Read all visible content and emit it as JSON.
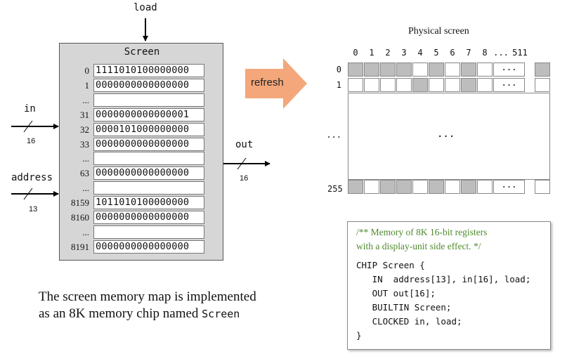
{
  "chip": {
    "title": "Screen",
    "rows": [
      {
        "addr": "0",
        "value": "1111010100000000"
      },
      {
        "addr": "1",
        "value": "0000000000000000"
      },
      {
        "addr": "...",
        "value": ""
      },
      {
        "addr": "31",
        "value": "0000000000000001"
      },
      {
        "addr": "32",
        "value": "0000101000000000"
      },
      {
        "addr": "33",
        "value": "0000000000000000"
      },
      {
        "addr": "...",
        "value": ""
      },
      {
        "addr": "63",
        "value": "0000000000000000"
      },
      {
        "addr": "...",
        "value": ""
      },
      {
        "addr": "8159",
        "value": "1011010100000000"
      },
      {
        "addr": "8160",
        "value": "0000000000000000"
      },
      {
        "addr": "...",
        "value": ""
      },
      {
        "addr": "8191",
        "value": "0000000000000000"
      }
    ]
  },
  "pins": {
    "load": "load",
    "in": "in",
    "in_width": "16",
    "address": "address",
    "address_width": "13",
    "out": "out",
    "out_width": "16"
  },
  "refresh": {
    "label": "refresh",
    "color": "#f4a77a"
  },
  "physical": {
    "title": "Physical screen",
    "col_labels": [
      "0",
      "1",
      "2",
      "3",
      "4",
      "5",
      "6",
      "7",
      "8",
      "...",
      "511"
    ],
    "row_labels": [
      "0",
      "1",
      "...",
      "255"
    ],
    "ellipsis": "...",
    "row0": [
      1,
      1,
      1,
      1,
      0,
      1,
      0,
      1,
      0,
      "...",
      1
    ],
    "row1": [
      0,
      0,
      0,
      0,
      1,
      0,
      0,
      1,
      0,
      "...",
      0
    ],
    "row255": [
      1,
      0,
      1,
      1,
      0,
      1,
      0,
      1,
      0,
      "...",
      0
    ]
  },
  "caption": {
    "line1": "The screen memory map is implemented",
    "line2_prefix": "as an 8K memory chip named ",
    "line2_code": "Screen"
  },
  "code": {
    "comment1": "/** Memory of 8K 16-bit registers",
    "comment2": "with a display-unit side effect. */",
    "lines": [
      "CHIP Screen {",
      "   IN  address[13], in[16], load;",
      "   OUT out[16];",
      "   BUILTIN Screen;",
      "   CLOCKED in, load;",
      "}"
    ]
  }
}
